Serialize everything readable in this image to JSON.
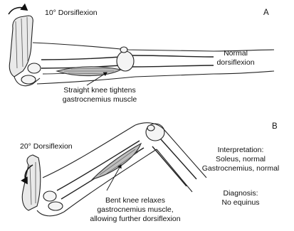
{
  "panel_a": {
    "letter": "A",
    "angle_label": "10° Dorsiflexion",
    "side_label": [
      "Normal",
      "dorsiflexion"
    ],
    "caption": [
      "Straight knee tightens",
      "gastrocnemius muscle"
    ]
  },
  "panel_b": {
    "letter": "B",
    "angle_label": "20° Dorsiflexion",
    "caption": [
      "Bent knee relaxes",
      "gastrocnemius muscle,",
      "allowing further dorsiflexion"
    ],
    "interpretation": [
      "Interpretation:",
      "Soleus, normal",
      "Gastrocnemius, normal"
    ],
    "diagnosis": [
      "Diagnosis:",
      "No equinus"
    ]
  }
}
